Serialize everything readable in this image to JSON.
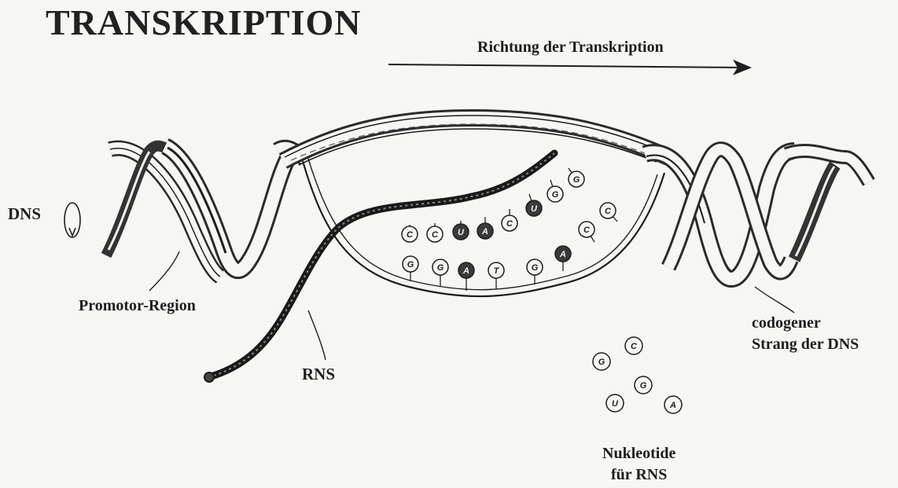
{
  "title": "TRANSKRIPTION",
  "labels": {
    "direction": "Richtung der Transkription",
    "dns": "DNS",
    "promotor": "Promotor-Region",
    "rns": "RNS",
    "codogen_line1": "codogener",
    "codogen_line2": "Strang der DNS",
    "nukleotide_line1": "Nukleotide",
    "nukleotide_line2": "für RNS"
  },
  "rna_chain": [
    "C",
    "C",
    "U",
    "A",
    "C",
    "U",
    "G",
    "G"
  ],
  "dna_template": [
    "G",
    "G",
    "A",
    "T",
    "G",
    "A",
    "C",
    "C"
  ],
  "free_nucleotides": [
    "C",
    "G",
    "G",
    "U",
    "A"
  ],
  "colors": {
    "ink": "#1e1e1e",
    "paper": "#f6f6f3",
    "filled_nucleotide": "#3a3a3a"
  }
}
